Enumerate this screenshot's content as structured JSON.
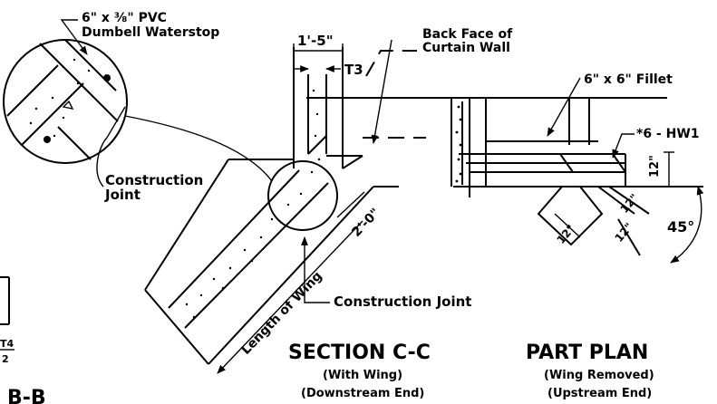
{
  "labels": {
    "waterstop_line1": "6\" x ³⁄₈\" PVC",
    "waterstop_line2": "Dumbell Waterstop",
    "construction_joint_detail_line1": "Construction",
    "construction_joint_detail_line2": "Joint",
    "dim_1_5": "1'-5\"",
    "t3": "T3",
    "back_face_line1": "Back Face of",
    "back_face_line2": "Curtain Wall",
    "fillet": "6\" x 6\" Fillet",
    "hw1": "*6 - HW1",
    "dim_12_vertical": "12\"",
    "dim_12_a": "12\"",
    "dim_12_b": "12\"",
    "dim_12_c": "12\"",
    "angle_45": "45°",
    "dim_2_0": "2'-0\"",
    "length_of_wing": "Length of Wing",
    "construction_joint_main": "Construction Joint",
    "section_title": "SECTION C-C",
    "section_sub1": "(With Wing)",
    "section_sub2": "(Downstream End)",
    "plan_title": "PART PLAN",
    "plan_sub1": "(Wing Removed)",
    "plan_sub2": "(Upstream End)",
    "left_fraction_top": "T4",
    "left_fraction_bottom": "2",
    "left_section_label": "B-B"
  }
}
